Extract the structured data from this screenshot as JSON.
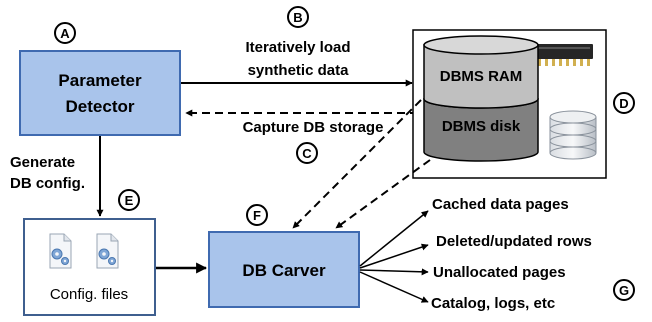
{
  "markers": {
    "a": "A",
    "b": "B",
    "c": "C",
    "d": "D",
    "e": "E",
    "f": "F",
    "g": "G"
  },
  "boxes": {
    "parameter_detector": [
      "Parameter",
      "Detector"
    ],
    "db_carver": "DB Carver",
    "config_files": "Config. files"
  },
  "storage": {
    "ram_label": "DBMS RAM",
    "disk_label": "DBMS disk"
  },
  "edges": {
    "load_label": [
      "Iteratively load",
      "synthetic data"
    ],
    "capture_label": "Capture DB  storage",
    "generate_label": [
      "Generate",
      "DB config."
    ]
  },
  "outputs": [
    "Cached data pages",
    "Deleted/updated rows",
    "Unallocated pages",
    "Catalog, logs, etc"
  ],
  "colors": {
    "box_fill": "#a9c4eb",
    "box_stroke": "#3f6ab0",
    "ram_fill": "#c0c0c0",
    "disk_fill": "#808080"
  }
}
